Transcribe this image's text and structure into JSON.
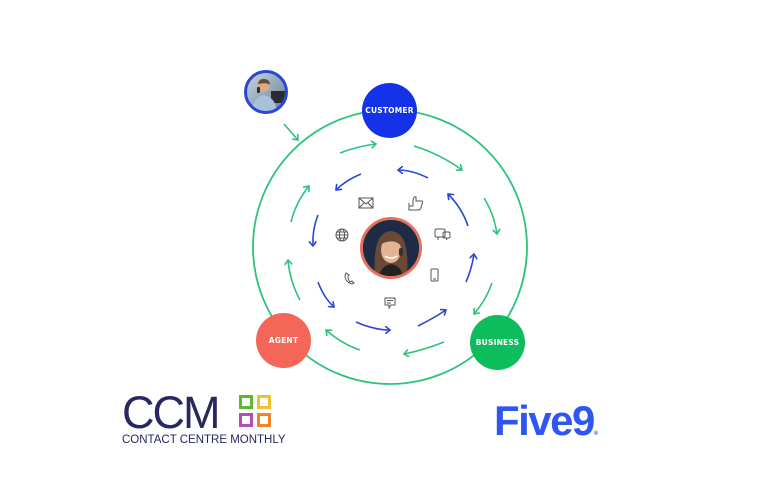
{
  "diagram": {
    "nodes": {
      "customer": {
        "label": "CUSTOMER",
        "color": "#1433e8"
      },
      "agent": {
        "label": "AGENT",
        "color": "#f46657"
      },
      "business": {
        "label": "BUSINESS",
        "color": "#0dbd5c"
      }
    },
    "center": {
      "description": "agent-with-headset-photo",
      "ring_color": "#e8705e"
    },
    "caller": {
      "description": "customer-on-phone-photo",
      "ring_color": "#2a46d8"
    },
    "channel_icons": [
      "envelope-icon",
      "thumbs-up-icon",
      "globe-icon",
      "chat-bubbles-icon",
      "phone-icon",
      "mobile-icon",
      "sms-icon"
    ],
    "colors": {
      "green_flow": "#2ec27e",
      "blue_flow": "#2a46d8"
    }
  },
  "logos": {
    "ccm": {
      "letters": "CCM",
      "subtitle": "CONTACT CENTRE MONTHLY",
      "color": "#27285f",
      "grid_colors": [
        "#5cb82e",
        "#f2c12e",
        "#b04fb5",
        "#f0832a"
      ]
    },
    "five9": {
      "text": "Five9",
      "registered": "®",
      "color": "#2f56f0"
    }
  }
}
